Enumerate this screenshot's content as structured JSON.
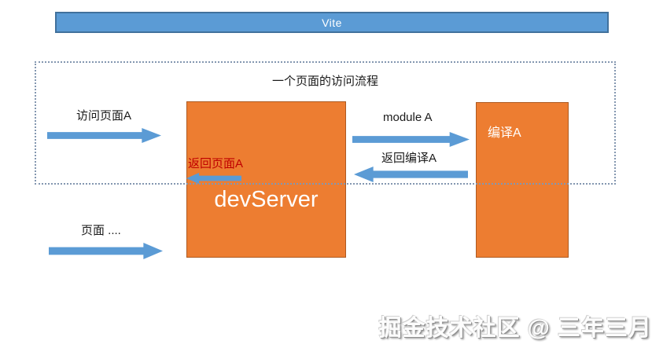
{
  "title_bar": {
    "label": "Vite"
  },
  "flow_box": {
    "title": "一个页面的访问流程"
  },
  "nodes": {
    "dev_server": {
      "label": "devServer"
    },
    "compile_a": {
      "label": "编译A"
    }
  },
  "arrows": {
    "visit_page_a": {
      "label": "访问页面A",
      "direction": "right"
    },
    "module_a": {
      "label": "module A",
      "direction": "right"
    },
    "return_compiled_a": {
      "label": "返回编译A",
      "direction": "left"
    },
    "return_page_a": {
      "label": "返回页面A",
      "direction": "left"
    },
    "page_more": {
      "label": "页面 ....",
      "direction": "right"
    }
  },
  "watermark": {
    "text": "掘金技术社区 @ 三年三月"
  },
  "colors": {
    "arrow_blue": "#5b9bd5",
    "bar_blue": "#5b9bd5",
    "bar_border": "#41719c",
    "node_orange": "#ed7d31",
    "node_border": "#ae5a21",
    "return_page_text": "#c00000",
    "dotted_border": "#8497b0"
  }
}
